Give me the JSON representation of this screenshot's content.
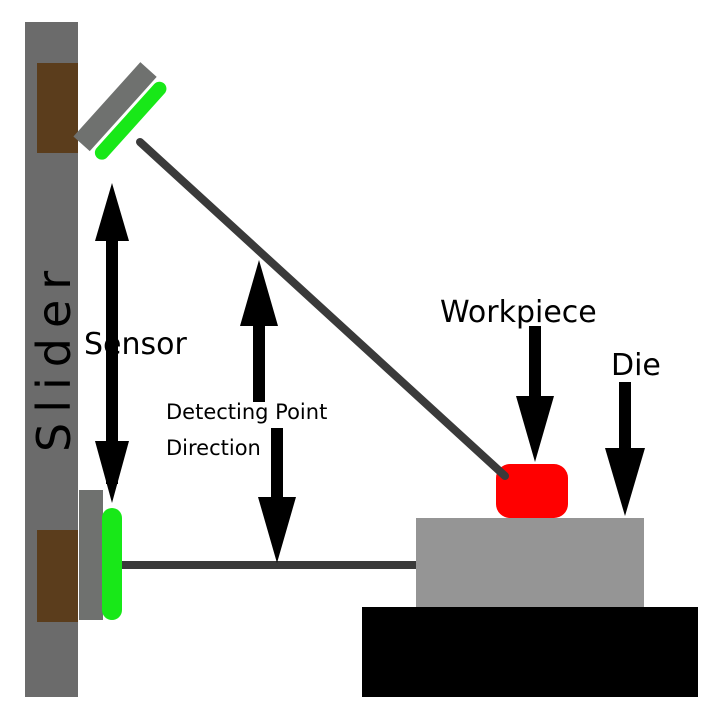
{
  "labels": {
    "slider": "Slider",
    "sensor": "Sensor",
    "detecting_line1": "Detecting Point",
    "detecting_line2": "Direction",
    "workpiece": "Workpiece",
    "die": "Die"
  },
  "colors": {
    "slider": "#6b6b6b",
    "slider_pad": "#5b3d1c",
    "sensor_body": "#6f716f",
    "sensor_face": "#18e818",
    "beam": "#3a3a3a",
    "die": "#959595",
    "base": "#000000",
    "workpiece": "#ff0000",
    "arrow": "#000000"
  },
  "icons": {
    "arrow": "arrow-icon"
  }
}
